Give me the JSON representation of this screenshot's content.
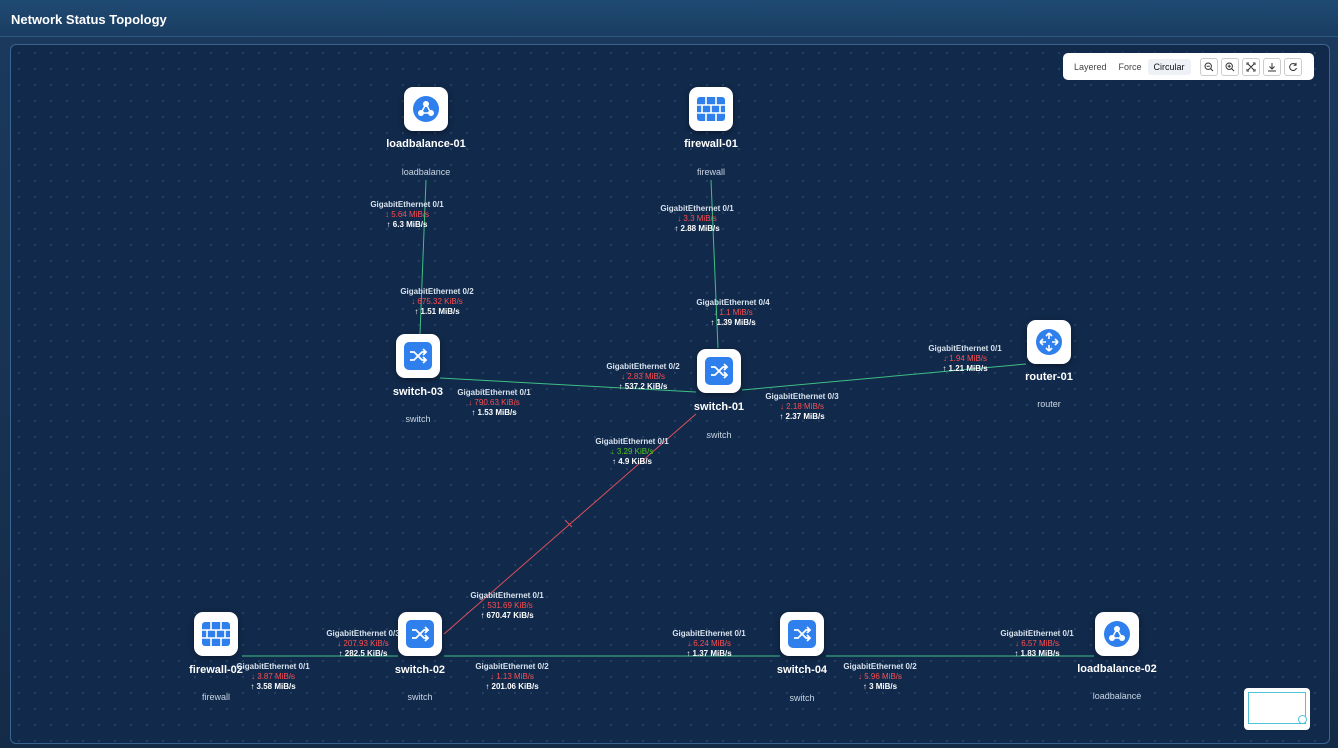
{
  "page": {
    "title": "Network Status Topology"
  },
  "toolbar": {
    "layouts": [
      "Layered",
      "Force",
      "Circular"
    ],
    "active_layout": "Circular",
    "icons": [
      "zoom-out-icon",
      "zoom-in-icon",
      "fit-view-icon",
      "download-icon",
      "refresh-icon"
    ]
  },
  "nodes": {
    "lb1": {
      "name": "loadbalance-01",
      "type": "loadbalance",
      "icon": "loadbalance-icon"
    },
    "fw1": {
      "name": "firewall-01",
      "type": "firewall",
      "icon": "firewall-icon"
    },
    "sw3": {
      "name": "switch-03",
      "type": "switch",
      "icon": "switch-icon"
    },
    "sw1": {
      "name": "switch-01",
      "type": "switch",
      "icon": "switch-icon"
    },
    "r1": {
      "name": "router-01",
      "type": "router",
      "icon": "router-icon"
    },
    "fw2": {
      "name": "firewall-02",
      "type": "firewall",
      "icon": "firewall-icon"
    },
    "sw2": {
      "name": "switch-02",
      "type": "switch",
      "icon": "switch-icon"
    },
    "sw4": {
      "name": "switch-04",
      "type": "switch",
      "icon": "switch-icon"
    },
    "lb2": {
      "name": "loadbalance-02",
      "type": "loadbalance",
      "icon": "loadbalance-icon"
    }
  },
  "links": {
    "l1": {
      "port": "GigabitEthernet 0/1",
      "down": "↓ 5.64 MiB/s",
      "up": "↑ 6.3 MiB/s"
    },
    "l2": {
      "port": "GigabitEthernet 0/2",
      "down": "↓ 675.32 KiB/s",
      "up": "↑ 1.51 MiB/s"
    },
    "l3": {
      "port": "GigabitEthernet 0/1",
      "down": "↓ 3.3 MiB/s",
      "up": "↑ 2.88 MiB/s"
    },
    "l4": {
      "port": "GigabitEthernet 0/4",
      "down": "↓ 1.1 MiB/s",
      "up": "↑ 1.39 MiB/s"
    },
    "l5": {
      "port": "GigabitEthernet 0/1",
      "down": "↓ 790.63 KiB/s",
      "up": "↑ 1.53 MiB/s"
    },
    "l6": {
      "port": "GigabitEthernet 0/2",
      "down": "↓ 2.83 MiB/s",
      "up": "↑ 537.2 KiB/s"
    },
    "l7": {
      "port": "GigabitEthernet 0/1",
      "down": "↓ 1.94 MiB/s",
      "up": "↑ 1.21 MiB/s"
    },
    "l8": {
      "port": "GigabitEthernet 0/3",
      "down": "↓ 2.18 MiB/s",
      "up": "↑ 2.37 MiB/s"
    },
    "l9": {
      "port": "GigabitEthernet 0/1",
      "down": "↓ 3.29 KiB/s",
      "up": "↑ 4.9 KiB/s"
    },
    "l10": {
      "port": "GigabitEthernet 0/1",
      "down": "↓ 531.69 KiB/s",
      "up": "↑ 670.47 KiB/s"
    },
    "l11": {
      "port": "GigabitEthernet 0/3",
      "down": "↓ 207.93 KiB/s",
      "up": "↑ 282.5 KiB/s"
    },
    "l12": {
      "port": "GigabitEthernet 0/1",
      "down": "↓ 3.87 MiB/s",
      "up": "↑ 3.58 MiB/s"
    },
    "l13": {
      "port": "GigabitEthernet 0/2",
      "down": "↓ 1.13 MiB/s",
      "up": "↑ 201.06 KiB/s"
    },
    "l14": {
      "port": "GigabitEthernet 0/1",
      "down": "↓ 6.24 MiB/s",
      "up": "↑ 1.37 MiB/s"
    },
    "l15": {
      "port": "GigabitEthernet 0/2",
      "down": "↓ 5.96 MiB/s",
      "up": "↑ 3 MiB/s"
    },
    "l16": {
      "port": "GigabitEthernet 0/1",
      "down": "↓ 6.57 MiB/s",
      "up": "↑ 1.83 MiB/s"
    }
  },
  "colors": {
    "link_ok": "#3fbf86",
    "link_down": "#e0505a",
    "icon_blue": "#2f80ed",
    "traffic_down": "#ff4d4f",
    "traffic_ok": "#52c41a"
  }
}
